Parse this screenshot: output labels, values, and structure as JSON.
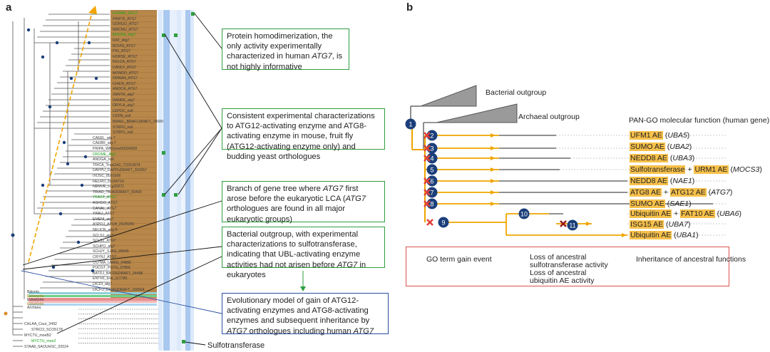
{
  "panels": {
    "a": "a",
    "b": "b"
  },
  "panel_a": {
    "leaves": [
      {
        "t": "HUMAN_ATG7",
        "c": "g"
      },
      {
        "t": "PANTR_ATG7",
        "c": ""
      },
      {
        "t": "GORGO_ATG7",
        "c": ""
      },
      {
        "t": "MACMU_ATG7",
        "c": ""
      },
      {
        "t": "MOUSE_Atg7",
        "c": "g"
      },
      {
        "t": "RAT_Atg7",
        "c": ""
      },
      {
        "t": "BOVIN_ATG7",
        "c": ""
      },
      {
        "t": "PIG_ATG7",
        "c": ""
      },
      {
        "t": "HORSE_ATG7",
        "c": ""
      },
      {
        "t": "FELCA_ATG7",
        "c": ""
      },
      {
        "t": "CANLF_ATG7",
        "c": ""
      },
      {
        "t": "MONDO_ATG7",
        "c": ""
      },
      {
        "t": "ORNAN_ATG7",
        "c": ""
      },
      {
        "t": "CHICK_ATG7",
        "c": ""
      },
      {
        "t": "ANOCA_ATG7",
        "c": ""
      },
      {
        "t": "XENTR_atg7",
        "c": ""
      },
      {
        "t": "DANRE_atg7",
        "c": ""
      },
      {
        "t": "ORYLA_atg7",
        "c": ""
      },
      {
        "t": "LEPOC_null",
        "c": ""
      },
      {
        "t": "CIOIN_null",
        "c": ""
      },
      {
        "t": "BRAFL_BRAFLDRAFT_78689",
        "c": ""
      },
      {
        "t": "STRPU_null",
        "c": ""
      },
      {
        "t": "STRPU_null",
        "c": ""
      },
      {
        "t": "CAEEL_atg-7",
        "c": ""
      },
      {
        "t": "CAEBR_atg-7",
        "c": ""
      },
      {
        "t": "PRIPA_WBGene00034309",
        "c": ""
      },
      {
        "t": "DROME_Atg7",
        "c": "g"
      },
      {
        "t": "ANOGA_null",
        "c": ""
      },
      {
        "t": "TRICA_TcasGA2_TC010674",
        "c": ""
      },
      {
        "t": "DAPPU_DAPPUDRAFT_302357",
        "c": ""
      },
      {
        "t": "IXOSC_8031606",
        "c": ""
      },
      {
        "t": "HELRO_20194716",
        "c": ""
      },
      {
        "t": "NEMVE_v1g20271",
        "c": ""
      },
      {
        "t": "TRIAD_TRIADDRAFT_56400",
        "c": ""
      },
      {
        "t": "YEAST_ATG7",
        "c": "g"
      },
      {
        "t": "ASHGO_ATG7",
        "c": ""
      },
      {
        "t": "CANAL_ATG7",
        "c": ""
      },
      {
        "t": "YARLI_ATG7",
        "c": ""
      },
      {
        "t": "EMENI_atg7",
        "c": ""
      },
      {
        "t": "ASPFU_AFUA_2G05250",
        "c": ""
      },
      {
        "t": "NEUCR_apg-5",
        "c": ""
      },
      {
        "t": "SCLS1_atg7",
        "c": ""
      },
      {
        "t": "SCLS1_ATG7",
        "c": ""
      },
      {
        "t": "SCHPO_atg7",
        "c": ""
      },
      {
        "t": "SCHJY_SJAG_00645",
        "c": ""
      },
      {
        "t": "CRYNJ_ATG7",
        "c": ""
      },
      {
        "t": "USTMA_UMAG_04880",
        "c": ""
      },
      {
        "t": "PUCGT_PGTG_07866",
        "c": ""
      },
      {
        "t": "BATDJ_BATDEDRAFT_34488",
        "c": ""
      },
      {
        "t": "ENTH1_EHI_117780",
        "c": ""
      },
      {
        "t": "DICDI_atg7",
        "c": ""
      },
      {
        "t": "DICPU_DICPUDRAFT_156564",
        "c": ""
      }
    ],
    "group_labels": [
      {
        "t": "Bikonts",
        "c": ""
      },
      {
        "t": "Eukaryota",
        "c": "y"
      },
      {
        "t": "Eukaryota",
        "c": ""
      },
      {
        "t": "Eukaryota",
        "c": "y"
      },
      {
        "t": "Archaea",
        "c": ""
      }
    ],
    "bottom_leaves": [
      {
        "t": "CHLAA_Caur_3492",
        "c": ""
      },
      {
        "t": "STRCO_SCO5178",
        "c": ""
      },
      {
        "t": "MYCTU_moeB2",
        "c": ""
      },
      {
        "t": "MYCTU_moeZ",
        "c": "g"
      },
      {
        "t": "STAA8_SAOUHSC_02524",
        "c": ""
      }
    ],
    "callouts": [
      {
        "pre": "Protein homodimerization, the only activity experimentally characterized in human ",
        "it": "ATG7",
        "post": ", is not highly informative"
      },
      {
        "pre": "Consistent experimental characterizations to ATG12-activating enzyme and ATG8-activating enzyme in mouse, fruit fly (ATG12-activating enzyme only) and budding yeast orthologues",
        "it": "",
        "post": ""
      },
      {
        "pre": "Branch of gene tree where ",
        "it": "ATG7",
        "post": " first arose before the eukaryotic LCA (",
        "it2": "ATG7",
        "post2": " orthologues are found in all major eukaryotic groups)"
      },
      {
        "pre": "Bacterial outgroup, with experimental characterizations to sulfotransferase, indicating that UBL-activating enzyme activities had not arisen before ",
        "it": "ATG7",
        "post": " in eukaryotes"
      },
      {
        "pre": "Evolutionary model of gain of ATG12-activating enzymes and ATG8-activating enzymes and subsequent inheritance by ",
        "it": "ATG7",
        "post": " orthologues including human ",
        "it2": "ATG7",
        "post2": ""
      }
    ],
    "sulfo_label": "Sulfotransferase",
    "colors": {
      "tree_fill": "#b8874a",
      "green": "#2e9e3e",
      "blue": "#2b4fa0",
      "col_blue": "#a9c8ef",
      "arrow": "#f0a500"
    }
  },
  "panel_b": {
    "bacterial_outgroup": "Bacterial outgroup",
    "archaeal_outgroup": "Archaeal outgroup",
    "column_title": "PAN-GO molecular function (human gene)",
    "nodes": [
      "1",
      "2",
      "3",
      "4",
      "5",
      "6",
      "7",
      "8",
      "9",
      "10",
      "11"
    ],
    "functions": [
      {
        "parts": [
          {
            "h": "UFM1 AE"
          }
        ],
        "gene": "UBA5"
      },
      {
        "parts": [
          {
            "h": "SUMO AE"
          }
        ],
        "gene": "UBA2"
      },
      {
        "parts": [
          {
            "h": "NEDD8 AE"
          }
        ],
        "gene": "UBA3"
      },
      {
        "parts": [
          {
            "h": "Sulfotransferase"
          },
          {
            "p": " + "
          },
          {
            "h": "URM1 AE"
          }
        ],
        "gene": "MOCS3"
      },
      {
        "parts": [
          {
            "h": "NEDD8 AE"
          }
        ],
        "gene": "NAE1"
      },
      {
        "parts": [
          {
            "h": "ATG8 AE"
          },
          {
            "p": " + "
          },
          {
            "h": "ATG12 AE"
          }
        ],
        "gene": "ATG7"
      },
      {
        "parts": [
          {
            "h": "SUMO AE"
          }
        ],
        "gene": "SAE1"
      },
      {
        "parts": [
          {
            "h": "Ubiquitin AE"
          },
          {
            "p": " + "
          },
          {
            "h": "FAT10 AE"
          }
        ],
        "gene": "UBA6"
      },
      {
        "parts": [
          {
            "h": "ISG15 AE"
          }
        ],
        "gene": "UBA7"
      },
      {
        "parts": [
          {
            "h": "Ubiquitin AE"
          }
        ],
        "gene": "UBA1"
      }
    ],
    "legend": {
      "gain": "GO term gain event",
      "loss_sulfo_1": "Loss of ancestral",
      "loss_sulfo_2": "sulfotransferase activity",
      "loss_ubi_1": "Loss of ancestral",
      "loss_ubi_2": "ubiquitin AE activity",
      "inherit": "Inheritance of ancestral  functions"
    },
    "colors": {
      "node": "#1b3f7a",
      "loss_light": "#e0413a",
      "loss_dark": "#9b1c1c",
      "inherit": "#f0a500",
      "highlight": "#f6c04a"
    }
  }
}
